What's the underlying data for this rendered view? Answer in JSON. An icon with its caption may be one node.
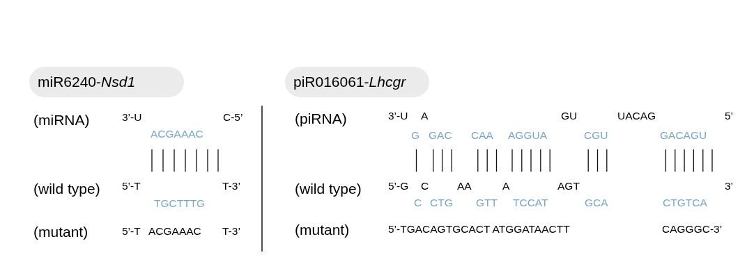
{
  "diagram": {
    "nodes": [
      {
        "text": [
          "miR6240-*Nsd1*"
        ]
      },
      {
        "text": [
          "piR016061-*Lhcgr*"
        ]
      }
    ],
    "edges": [],
    "labels": [
      "(miRNA)",
      "3’-U",
      "C-5’",
      "ACGAAAC",
      "(wild type)",
      "5’-T",
      "T-3’",
      "TGCTTTG",
      "(mutant)",
      "5’-T",
      "ACGAAAC",
      "T-3’",
      "(piRNA)",
      "3’-U",
      "A",
      "GU",
      "UACAG",
      "5’",
      "G",
      "GAC",
      "CAA",
      "AGGUA",
      "CGU",
      "GACAGU",
      "(wild type)",
      "5’-G",
      "C",
      "AA",
      "A",
      "AGT",
      "3’",
      "C",
      "CTG",
      "GTT",
      "TCCAT",
      "GCA",
      "CTGTCA",
      "(mutant)",
      "5’-TGACAGTGCACT ATGGATAACTT",
      "CAGGGC-3’"
    ]
  }
}
